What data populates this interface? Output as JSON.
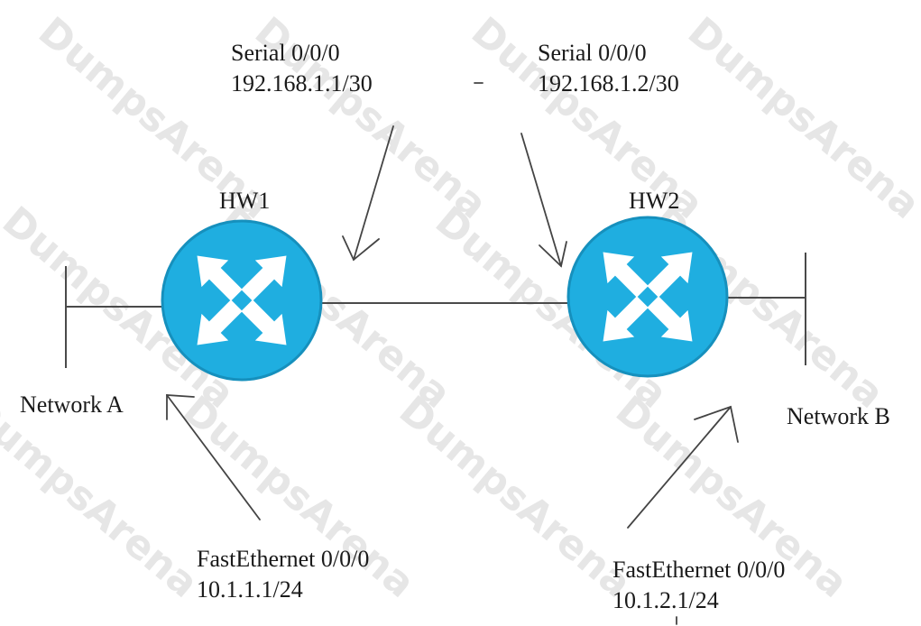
{
  "routers": [
    {
      "name": "HW1"
    },
    {
      "name": "HW2"
    }
  ],
  "networks": {
    "a": "Network A",
    "b": "Network B"
  },
  "interfaces": {
    "hw1_serial": {
      "name": "Serial 0/0/0",
      "ip": "192.168.1.1/30"
    },
    "hw2_serial": {
      "name": "Serial 0/0/0",
      "ip": "192.168.1.2/30"
    },
    "hw1_fast": {
      "name": "FastEthernet 0/0/0",
      "ip": "10.1.1.1/24"
    },
    "hw2_fast": {
      "name": "FastEthernet 0/0/0",
      "ip": "10.1.2.1/24"
    }
  },
  "watermark": "DumpsArena",
  "colors": {
    "router_fill": "#1FAEE0",
    "router_stroke": "#1690BD",
    "line": "#4a4a4a",
    "text": "#1a1a1a",
    "watermark": "#d9d9d9"
  },
  "icons": {
    "router": "router-icon"
  }
}
